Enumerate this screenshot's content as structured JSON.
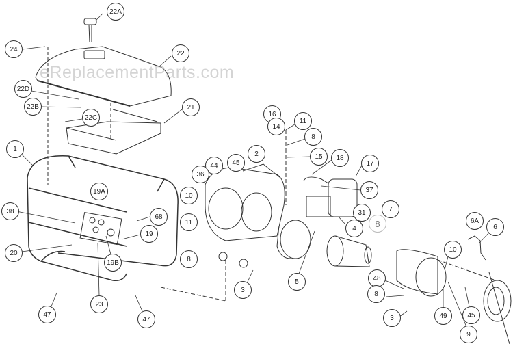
{
  "watermark": "eReplacementParts.com",
  "callouts": [
    "22A",
    "24",
    "22",
    "22D",
    "22B",
    "22C",
    "21",
    "1",
    "16",
    "11",
    "14",
    "8",
    "15",
    "2",
    "44",
    "45",
    "36",
    "10",
    "18",
    "17",
    "37",
    "19A",
    "38",
    "68",
    "11",
    "8",
    "19",
    "20",
    "19B",
    "23",
    "3",
    "5",
    "4",
    "31",
    "8",
    "7",
    "6A",
    "6",
    "10",
    "48",
    "8",
    "49",
    "45",
    "3",
    "9",
    "47",
    "47"
  ]
}
